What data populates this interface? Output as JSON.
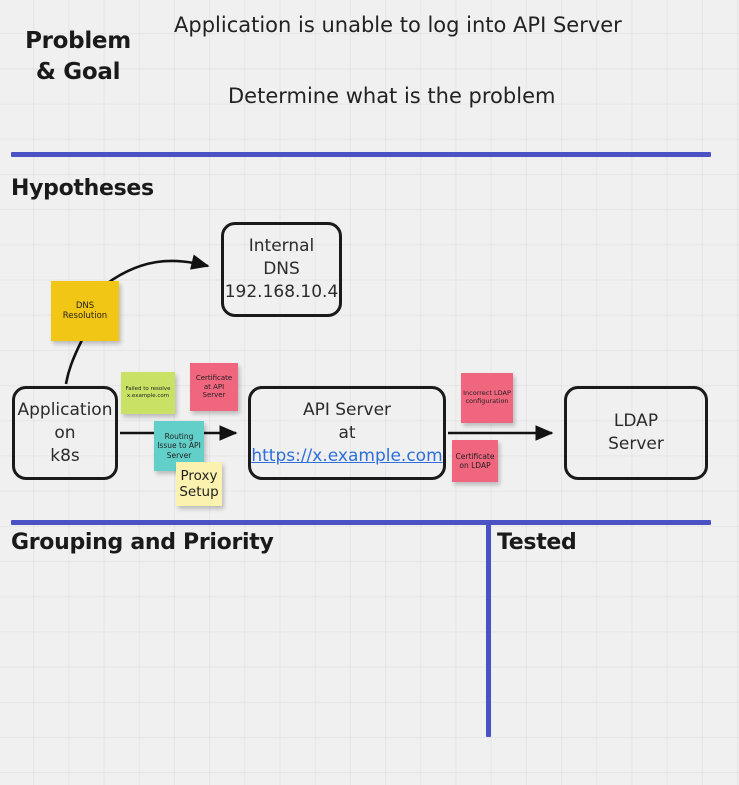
{
  "board": {
    "background_color": "#f0f0f0",
    "grid_color": "#e3e3e3",
    "accent_color": "#4a52c4",
    "node_border_color": "#1a1a1a",
    "link_color": "#2d6fd8"
  },
  "sections": {
    "problem_goal": {
      "label": "Problem\n& Goal",
      "statements": [
        "Application is unable to log into API Server",
        "Determine what is the problem"
      ]
    },
    "hypotheses": {
      "label": "Hypotheses"
    },
    "grouping": {
      "label": "Grouping and Priority"
    },
    "tested": {
      "label": "Tested"
    }
  },
  "nodes": [
    {
      "id": "application",
      "lines": [
        "Application",
        "on",
        "k8s"
      ]
    },
    {
      "id": "internal-dns",
      "lines": [
        "Internal",
        "DNS",
        "192.168.10.4"
      ]
    },
    {
      "id": "api-server",
      "lines": [
        "API Server",
        "at"
      ],
      "link": "https://x.example.com"
    },
    {
      "id": "ldap-server",
      "lines": [
        "LDAP",
        "Server"
      ]
    }
  ],
  "sticky_notes": [
    {
      "id": "dns-resolution",
      "text": "DNS Resolution",
      "color": "#f2c614"
    },
    {
      "id": "failed-resolve",
      "text": "Failed to resolve x.example.com",
      "color": "#c9e265"
    },
    {
      "id": "certificate-api",
      "text": "Certificate at API Server",
      "color": "#f0667f"
    },
    {
      "id": "routing-issue",
      "text": "Routing Issue to API Server",
      "color": "#63cfc9"
    },
    {
      "id": "proxy-setup",
      "text": "Proxy Setup",
      "color": "#faf2ae"
    },
    {
      "id": "ldap-config",
      "text": "Incorrect LDAP configuration",
      "color": "#f0667f"
    },
    {
      "id": "certificate-ldap",
      "text": "Certificate on LDAP",
      "color": "#f0667f"
    }
  ]
}
